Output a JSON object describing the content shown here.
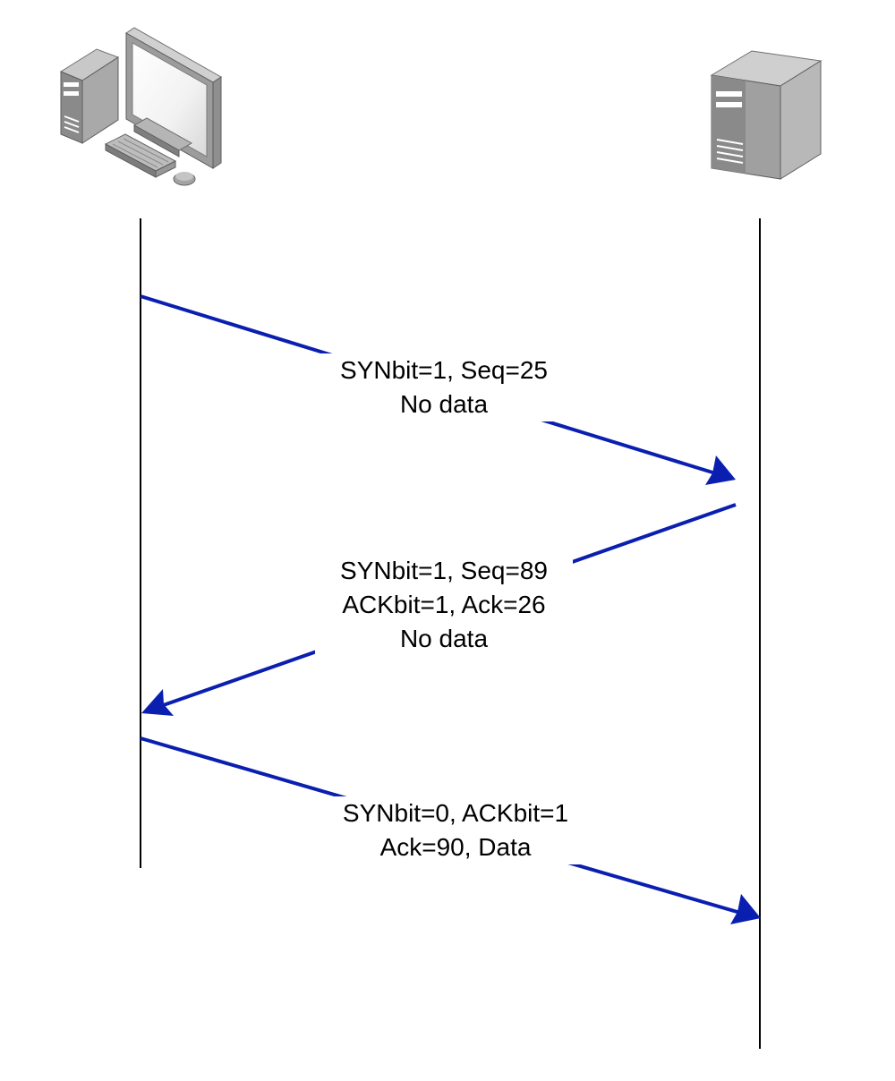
{
  "diagram": {
    "client": {
      "icon": "desktop-computer-icon"
    },
    "server": {
      "icon": "server-tower-icon"
    },
    "arrow_color": "#0a1fb0",
    "messages": [
      {
        "direction": "client-to-server",
        "lines": [
          "SYNbit=1, Seq=25",
          "No data"
        ]
      },
      {
        "direction": "server-to-client",
        "lines": [
          "SYNbit=1, Seq=89",
          "ACKbit=1, Ack=26",
          "No data"
        ]
      },
      {
        "direction": "client-to-server",
        "lines": [
          "SYNbit=0, ACKbit=1",
          "Ack=90, Data"
        ]
      }
    ]
  }
}
